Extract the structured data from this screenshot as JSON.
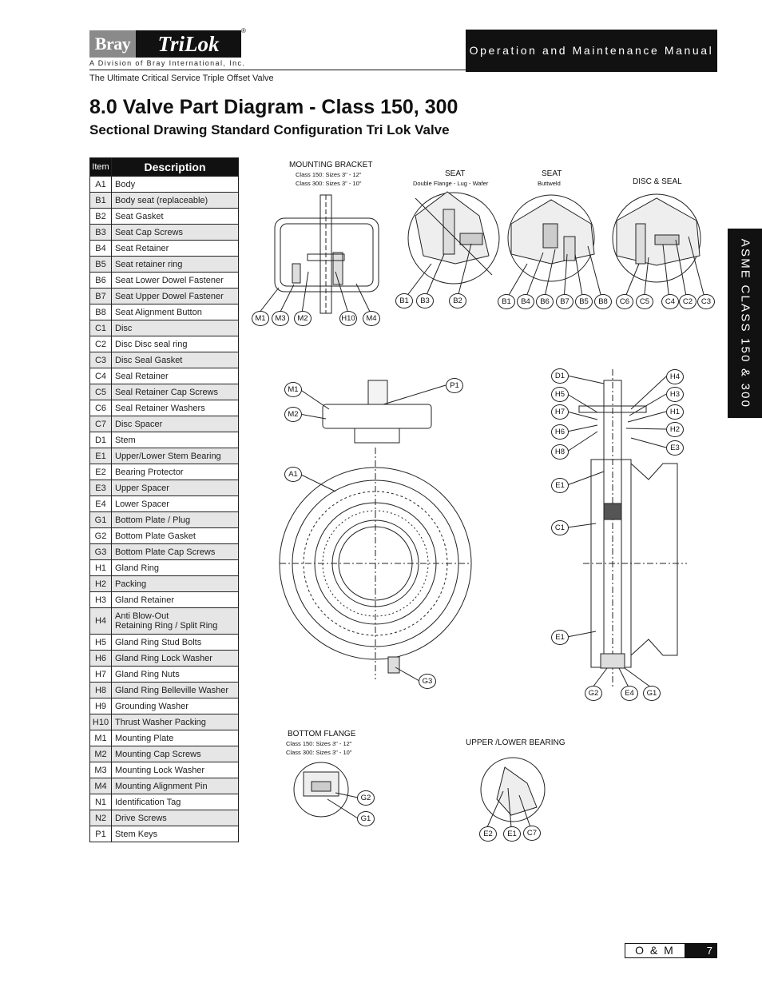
{
  "header": {
    "logo_bray": "Bray",
    "logo_trilok": "TriLok",
    "logo_reg": "®",
    "division": "A Division of Bray International, Inc.",
    "tagline": "The Ultimate Critical Service Triple Offset Valve",
    "manual": "Operation and Maintenance Manual"
  },
  "title": "8.0 Valve Part Diagram - Class 150, 300",
  "subtitle": "Sectional Drawing Standard Configuration Tri Lok Valve",
  "side_tab": "ASME CLASS 150 & 300",
  "table": {
    "col_item": "Item",
    "col_desc": "Description",
    "rows": [
      {
        "code": "A1",
        "desc": "Body"
      },
      {
        "code": "B1",
        "desc": "Body seat (replaceable)"
      },
      {
        "code": "B2",
        "desc": "Seat Gasket"
      },
      {
        "code": "B3",
        "desc": "Seat Cap Screws"
      },
      {
        "code": "B4",
        "desc": "Seat Retainer"
      },
      {
        "code": "B5",
        "desc": "Seat retainer ring"
      },
      {
        "code": "B6",
        "desc": "Seat Lower Dowel Fastener"
      },
      {
        "code": "B7",
        "desc": "Seat Upper Dowel Fastener"
      },
      {
        "code": "B8",
        "desc": "Seat Alignment Button"
      },
      {
        "code": "C1",
        "desc": "Disc"
      },
      {
        "code": "C2",
        "desc": "Disc Disc seal ring"
      },
      {
        "code": "C3",
        "desc": "Disc Seal Gasket"
      },
      {
        "code": "C4",
        "desc": "Seal Retainer"
      },
      {
        "code": "C5",
        "desc": "Seal Retainer Cap Screws"
      },
      {
        "code": "C6",
        "desc": "Seal Retainer Washers"
      },
      {
        "code": "C7",
        "desc": "Disc Spacer"
      },
      {
        "code": "D1",
        "desc": "Stem"
      },
      {
        "code": "E1",
        "desc": "Upper/Lower Stem Bearing"
      },
      {
        "code": "E2",
        "desc": "Bearing Protector"
      },
      {
        "code": "E3",
        "desc": "Upper Spacer"
      },
      {
        "code": "E4",
        "desc": "Lower Spacer"
      },
      {
        "code": "G1",
        "desc": "Bottom Plate / Plug"
      },
      {
        "code": "G2",
        "desc": "Bottom Plate Gasket"
      },
      {
        "code": "G3",
        "desc": "Bottom Plate Cap Screws"
      },
      {
        "code": "H1",
        "desc": "Gland Ring"
      },
      {
        "code": "H2",
        "desc": "Packing"
      },
      {
        "code": "H3",
        "desc": "Gland Retainer"
      },
      {
        "code": "H4",
        "desc": "Anti Blow-Out",
        "desc2": "Retaining Ring / Split Ring",
        "tall": true
      },
      {
        "code": "H5",
        "desc": "Gland Ring Stud Bolts"
      },
      {
        "code": "H6",
        "desc": "Gland Ring Lock Washer"
      },
      {
        "code": "H7",
        "desc": "Gland Ring Nuts"
      },
      {
        "code": "H8",
        "desc": "Gland Ring Belleville Washer"
      },
      {
        "code": "H9",
        "desc": "Grounding Washer"
      },
      {
        "code": "H10",
        "desc": "Thrust Washer Packing"
      },
      {
        "code": "M1",
        "desc": "Mounting Plate"
      },
      {
        "code": "M2",
        "desc": "Mounting Cap Screws"
      },
      {
        "code": "M3",
        "desc": "Mounting Lock Washer"
      },
      {
        "code": "M4",
        "desc": "Mounting Alignment Pin"
      },
      {
        "code": "N1",
        "desc": "Identification Tag"
      },
      {
        "code": "N2",
        "desc": "Drive Screws"
      },
      {
        "code": "P1",
        "desc": "Stem Keys"
      }
    ]
  },
  "diagram": {
    "mounting_bracket": {
      "title": "MOUNTING BRACKET",
      "sub1": "Class 150: Sizes 3\" - 12\"",
      "sub2": "Class 300: Sizes 3\" - 10\""
    },
    "seat1": {
      "title": "SEAT",
      "sub": "Double Flange - Lug - Wafer"
    },
    "seat2": {
      "title": "SEAT",
      "sub": "Buttweld"
    },
    "disc_seal": {
      "title": "DISC & SEAL"
    },
    "bottom_flange": {
      "title": "BOTTOM FLANGE",
      "sub1": "Class 150: Sizes 3\" - 12\"",
      "sub2": "Class 300: Sizes 3\" - 10\""
    },
    "bearing": {
      "title": "UPPER /LOWER BEARING"
    },
    "callouts": {
      "mb": [
        "M1",
        "M3",
        "M2",
        "H10",
        "M4"
      ],
      "s1": [
        "B1",
        "B3",
        "B2"
      ],
      "s2": [
        "B1",
        "B4",
        "B6",
        "B7",
        "B5",
        "B8"
      ],
      "ds": [
        "C6",
        "C5",
        "C4",
        "C2",
        "C3"
      ],
      "front": [
        "M1",
        "M2",
        "A1",
        "P1",
        "G3"
      ],
      "side": [
        "D1",
        "H5",
        "H7",
        "H6",
        "H8",
        "E1",
        "C1",
        "E1",
        "G2",
        "E4",
        "G1",
        "H4",
        "H3",
        "H1",
        "H2",
        "E3"
      ],
      "bf": [
        "G2",
        "G1"
      ],
      "br": [
        "E2",
        "E1",
        "C7"
      ]
    }
  },
  "footer": {
    "label": "O & M",
    "page": "7"
  }
}
